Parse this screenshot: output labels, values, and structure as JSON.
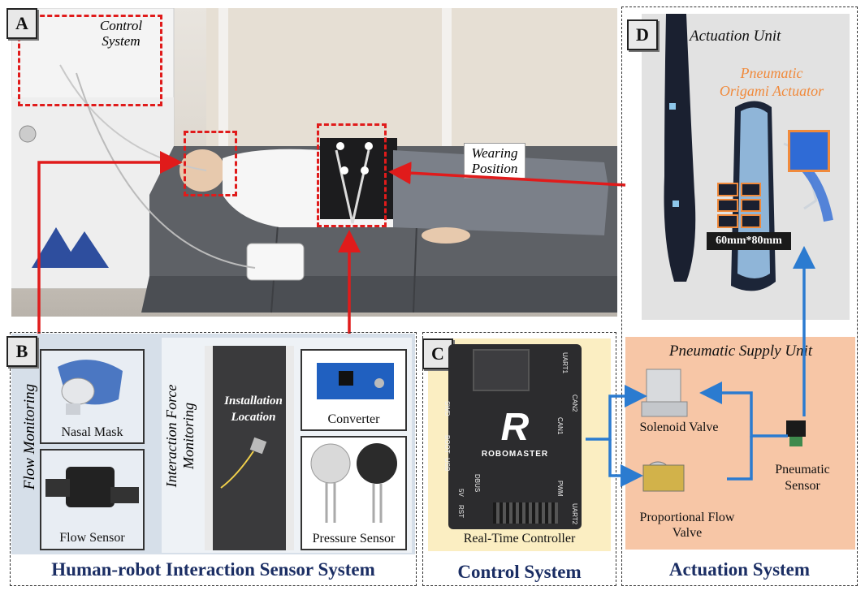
{
  "labels": {
    "a": "A",
    "b": "B",
    "c": "C",
    "d": "D"
  },
  "panel_a": {
    "control_system_tag": "Control\nSystem",
    "wearing_position": "Wearing\nPosition"
  },
  "panel_b": {
    "flow_monitoring": "Flow Monitoring",
    "nasal_mask": "Nasal Mask",
    "flow_sensor": "Flow Sensor",
    "interaction_force_monitoring": "Interaction Force\nMonitoring",
    "installation_location": "Installation\nLocation",
    "converter": "Converter",
    "pressure_sensor": "Pressure Sensor",
    "title": "Human-robot Interaction Sensor System"
  },
  "panel_c": {
    "real_time_controller": "Real-Time Controller",
    "title": "Control System",
    "board_brand": "ROBOMASTER",
    "board_ports": [
      "UART1",
      "SWD",
      "BOOT",
      "USB",
      "CAN2",
      "CAN1",
      "DBUS",
      "5V",
      "RST",
      "PWM",
      "UART2"
    ]
  },
  "panel_d": {
    "actuation_unit": "Actuation Unit",
    "pneumatic_origami_actuator": "Pneumatic\nOrigami Actuator",
    "dimension": "60mm*80mm",
    "pneumatic_supply_unit": "Pneumatic Supply Unit",
    "solenoid_valve": "Solenoid Valve",
    "proportional_flow_valve": "Proportional Flow\nValve",
    "pneumatic_sensor": "Pneumatic\nSensor",
    "title": "Actuation System"
  },
  "colors": {
    "red": "#e01b1b",
    "blue_arrow": "#2b7bd0",
    "title_navy": "#1b2e64",
    "orange_text": "#f08a3c",
    "supply_bg": "#f7c6a6",
    "controller_bg": "#fbeec2"
  }
}
